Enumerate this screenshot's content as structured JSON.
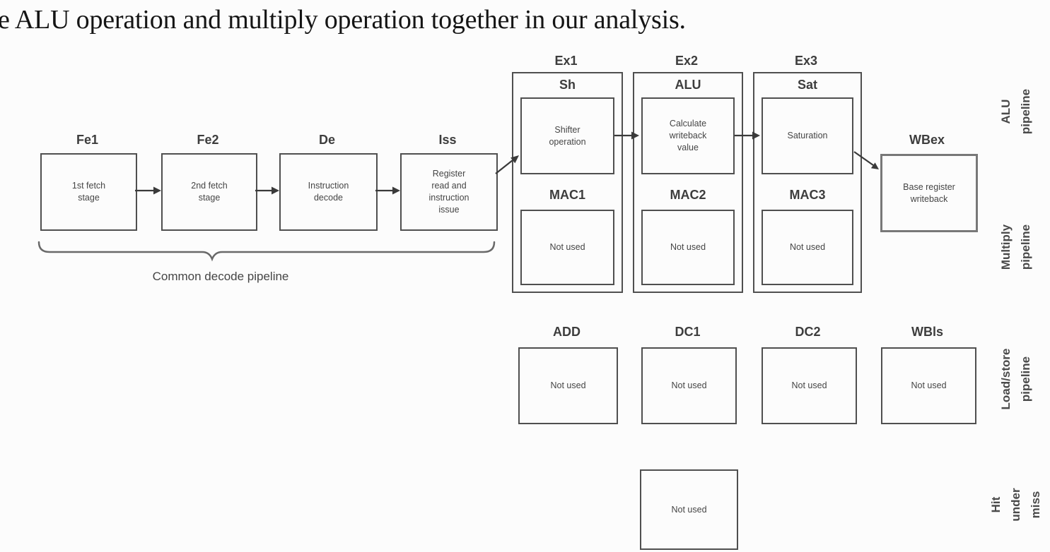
{
  "document": {
    "top_text": "e ALU operation and multiply operation together in our analysis."
  },
  "diagram": {
    "decode_stages": [
      {
        "header": "Fe1",
        "body": "1st fetch\nstage"
      },
      {
        "header": "Fe2",
        "body": "2nd fetch\nstage"
      },
      {
        "header": "De",
        "body": "Instruction\ndecode"
      },
      {
        "header": "Iss",
        "body": "Register\nread and\ninstruction\nissue"
      }
    ],
    "brace_label": "Common decode pipeline",
    "execute_columns": [
      {
        "header": "Ex1",
        "top": {
          "name": "Sh",
          "body": "Shifter\noperation"
        },
        "bottom": {
          "name": "MAC1",
          "body": "Not used"
        }
      },
      {
        "header": "Ex2",
        "top": {
          "name": "ALU",
          "body": "Calculate\nwriteback\nvalue"
        },
        "bottom": {
          "name": "MAC2",
          "body": "Not used"
        }
      },
      {
        "header": "Ex3",
        "top": {
          "name": "Sat",
          "body": "Saturation"
        },
        "bottom": {
          "name": "MAC3",
          "body": "Not used"
        }
      }
    ],
    "writeback": {
      "header": "WBex",
      "body": "Base register\nwriteback"
    },
    "load_store_stages": [
      {
        "header": "ADD",
        "body": "Not used"
      },
      {
        "header": "DC1",
        "body": "Not used"
      },
      {
        "header": "DC2",
        "body": "Not used"
      },
      {
        "header": "WBls",
        "body": "Not used"
      }
    ],
    "hit_under_miss_box": {
      "body": "Not used"
    },
    "side_labels": [
      "ALU\npipeline",
      "Multiply\npipeline",
      "Load/store\npipeline",
      "Hit under\nmiss"
    ],
    "colors": {
      "box_border": "#4f4f4f",
      "writeback_border": "#787878",
      "text": "#3f3f3f",
      "arrow": "#3a3a3a",
      "brace": "#696969",
      "background": "#fcfcfc"
    }
  }
}
